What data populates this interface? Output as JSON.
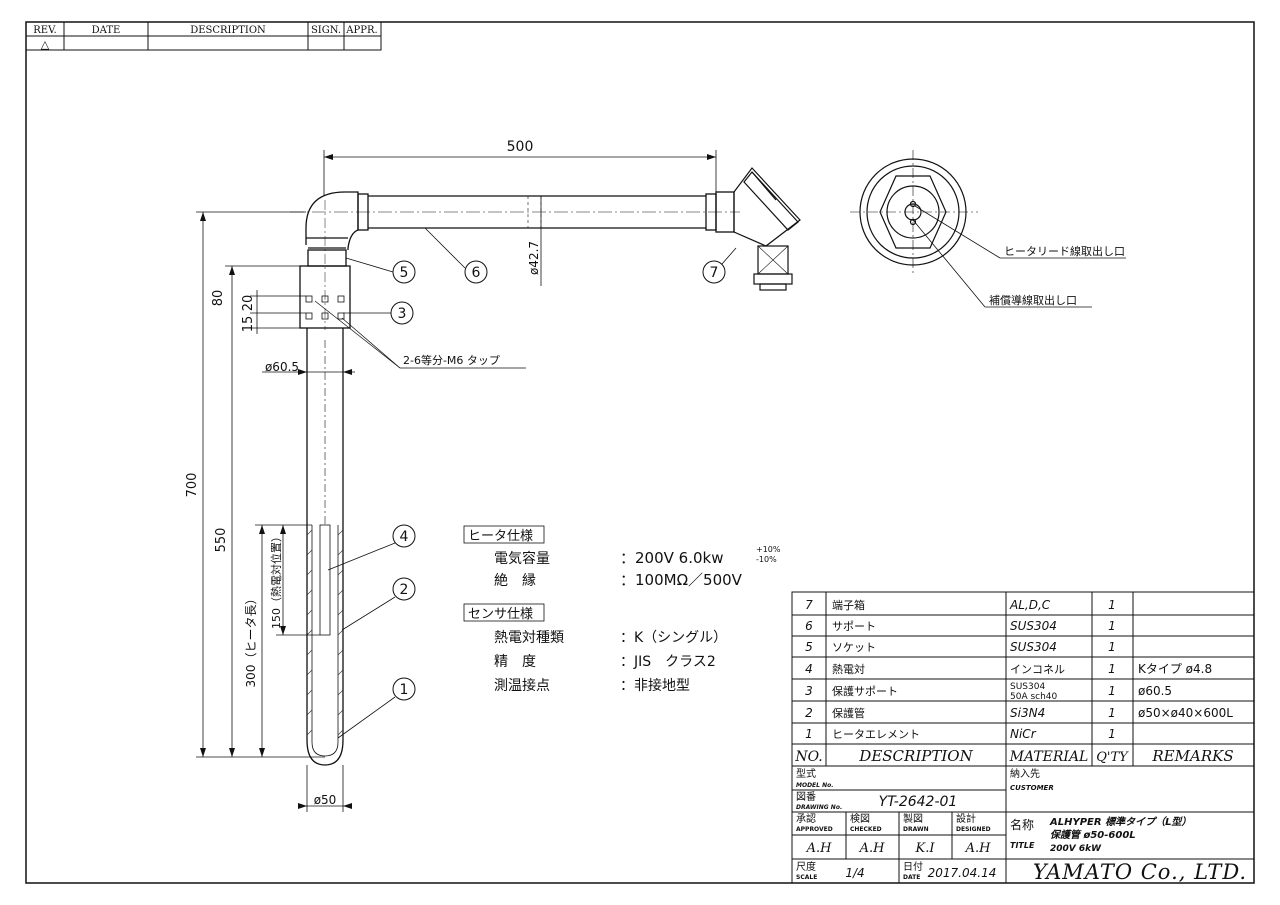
{
  "revision_table": {
    "headers": [
      "REV.",
      "DATE",
      "DESCRIPTION",
      "SIGN.",
      "APPR."
    ],
    "first_row_mark": "△"
  },
  "dimensions": {
    "overall_width": "500",
    "overall_height": "700",
    "length_550": "550",
    "d80": "80",
    "d15": "15",
    "d20": "20",
    "pipe_dia": "ø42.7",
    "support_dia": "ø60.5",
    "heater_length": "300（ヒータ長）",
    "thermocouple_pos": "150（熱電対位置）",
    "tube_dia": "ø50",
    "tap_note": "2-6等分-M6 タップ"
  },
  "callouts": {
    "lead_outlet": "ヒータリード線取出し口",
    "comp_outlet": "補償導線取出し口",
    "balloons": [
      "1",
      "2",
      "3",
      "4",
      "5",
      "6",
      "7"
    ]
  },
  "heater_spec": {
    "title": "ヒータ仕様",
    "rows": [
      {
        "label": "電気容量",
        "value": "：200V 6.0kw",
        "sup": "+10%",
        "sub": "-10%"
      },
      {
        "label": "絶　縁",
        "value": "：100MΩ／500V"
      }
    ]
  },
  "sensor_spec": {
    "title": "センサ仕様",
    "rows": [
      {
        "label": "熱電対種類",
        "value": "：K（シングル）"
      },
      {
        "label": "精　度",
        "value": "：JIS　クラス2"
      },
      {
        "label": "測温接点",
        "value": "：非接地型"
      }
    ]
  },
  "parts_list": {
    "headers": [
      "NO.",
      "DESCRIPTION",
      "MATERIAL",
      "Q'TY",
      "REMARKS"
    ],
    "rows": [
      {
        "no": "7",
        "desc": "端子箱",
        "material": "AL,D,C",
        "qty": "1",
        "remarks": ""
      },
      {
        "no": "6",
        "desc": "サポート",
        "material": "SUS304",
        "qty": "1",
        "remarks": ""
      },
      {
        "no": "5",
        "desc": "ソケット",
        "material": "SUS304",
        "qty": "1",
        "remarks": ""
      },
      {
        "no": "4",
        "desc": "熱電対",
        "material": "インコネル",
        "qty": "1",
        "remarks": "Kタイプ ø4.8"
      },
      {
        "no": "3",
        "desc": "保護サポート",
        "material": "SUS304",
        "material2": "50A sch40",
        "qty": "1",
        "remarks": "ø60.5"
      },
      {
        "no": "2",
        "desc": "保護管",
        "material": "Si3N4",
        "qty": "1",
        "remarks": "ø50×ø40×600L"
      },
      {
        "no": "1",
        "desc": "ヒータエレメント",
        "material": "NiCr",
        "qty": "1",
        "remarks": ""
      }
    ]
  },
  "title_block": {
    "model_label_jp": "型式",
    "model_label_en": "MODEL No.",
    "drawing_label_jp": "図番",
    "drawing_label_en": "DRAWING No.",
    "drawing_no": "YT-2642-01",
    "customer_label_jp": "納入先",
    "customer_label_en": "CUSTOMER",
    "approved_jp": "承認",
    "approved_en": "APPROVED",
    "approved_val": "A.H",
    "checked_jp": "検図",
    "checked_en": "CHECKED",
    "checked_val": "A.H",
    "drawn_jp": "製図",
    "drawn_en": "DRAWN",
    "drawn_val": "K.I",
    "designed_jp": "設計",
    "designed_en": "DESIGNED",
    "designed_val": "A.H",
    "title_label_jp": "名称",
    "title_label_en": "TITLE",
    "title_lines": [
      "ALHYPER 標準タイプ（L型）",
      "保護管 ø50-600L",
      "200V 6kW"
    ],
    "scale_label_jp": "尺度",
    "scale_label_en": "SCALE",
    "scale_val": "1/4",
    "date_label_jp": "日付",
    "date_label_en": "DATE",
    "date_val": "2017.04.14",
    "company": "YAMATO Co., LTD."
  }
}
